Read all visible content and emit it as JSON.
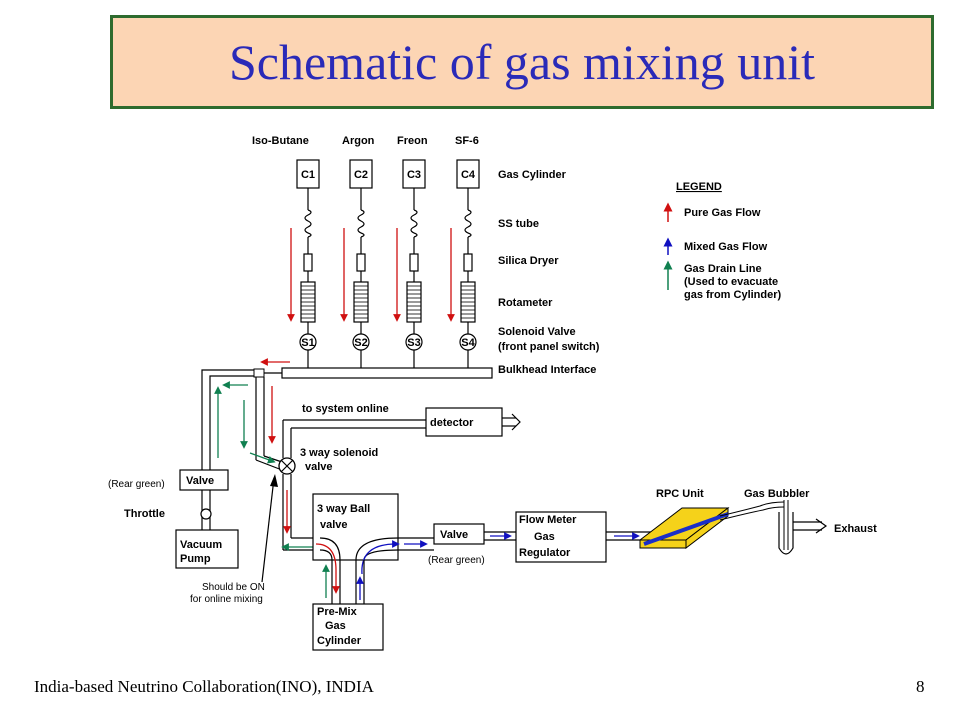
{
  "title": "Schematic of gas mixing unit",
  "footer": {
    "left": "India-based Neutrino Collaboration(INO), INDIA",
    "page": "8"
  },
  "gases": [
    {
      "name": "Iso-Butane",
      "cylinder": "C1",
      "solenoid": "S1"
    },
    {
      "name": "Argon",
      "cylinder": "C2",
      "solenoid": "S2"
    },
    {
      "name": "Freon",
      "cylinder": "C3",
      "solenoid": "S3"
    },
    {
      "name": "SF-6",
      "cylinder": "C4",
      "solenoid": "S4"
    }
  ],
  "component_labels": {
    "gas_cylinder": "Gas Cylinder",
    "ss_tube": "SS tube",
    "silica_dryer": "Silica Dryer",
    "rotameter": "Rotameter",
    "solenoid_1": "Solenoid Valve",
    "solenoid_2": "(front panel switch)",
    "bulkhead": "Bulkhead Interface"
  },
  "legend": {
    "title": "LEGEND",
    "pure": "Pure Gas Flow",
    "mixed": "Mixed Gas Flow",
    "drain_1": "Gas Drain Line",
    "drain_2": "(Used to evacuate",
    "drain_3": "gas from Cylinder)"
  },
  "labels": {
    "to_system": "to system online",
    "detector": "detector",
    "three_way_sol_1": "3 way solenoid",
    "three_way_sol_2": "valve",
    "rear_green_left": "(Rear green)",
    "valve_left": "Valve",
    "throttle": "Throttle",
    "vacuum_1": "Vacuum",
    "vacuum_2": "Pump",
    "should_1": "Should be ON",
    "should_2": "for online mixing",
    "ball_1": "3 way Ball",
    "ball_2": "valve",
    "valve_mid": "Valve",
    "rear_green_mid": "(Rear green)",
    "flow_1": "Flow Meter",
    "flow_2": "Gas",
    "flow_3": "Regulator",
    "rpc": "RPC Unit",
    "bubbler": "Gas Bubbler",
    "exhaust": "Exhaust",
    "premix_1": "Pre-Mix",
    "premix_2": "Gas",
    "premix_3": "Cylinder"
  },
  "colors": {
    "pure": "#d01010",
    "mixed": "#1010c0",
    "drain": "#108050",
    "rpc_yellow": "#f5d21a",
    "rpc_blue": "#1a2ec8",
    "title_bg": "#fcd5b4",
    "title_text": "#2a2ab8",
    "title_border": "#2e6b2e"
  }
}
